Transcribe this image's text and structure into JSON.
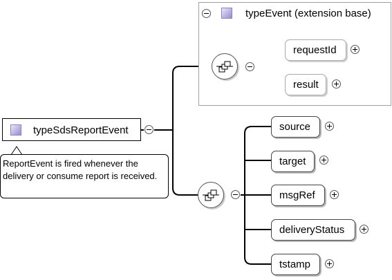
{
  "root": {
    "label": "typeSdsReportEvent",
    "icon": "complex-type-icon"
  },
  "annotation": "ReportEvent is fired whenever the delivery or consume report is received.",
  "extension": {
    "title": "typeEvent (extension base)",
    "elements": [
      {
        "label": "requestId",
        "optional": true
      },
      {
        "label": "result",
        "optional": true
      }
    ]
  },
  "sequence_elements": [
    {
      "label": "source"
    },
    {
      "label": "target"
    },
    {
      "label": "msgRef"
    },
    {
      "label": "deliveryStatus"
    },
    {
      "label": "tstamp"
    }
  ],
  "colors": {
    "type_icon": "#b8aee0",
    "optional_border": "#aaaaaa"
  }
}
